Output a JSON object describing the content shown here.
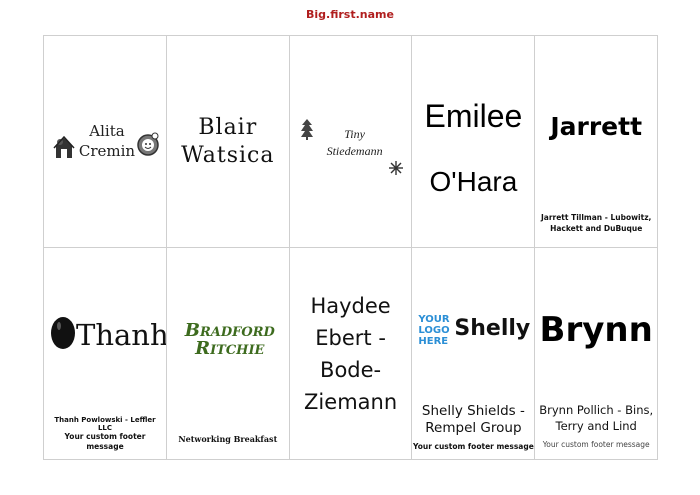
{
  "page": {
    "title": "Big.first.name"
  },
  "cards": [
    {
      "name": "Alita\nCremin",
      "icons": [
        "cat-house-icon",
        "smile-face-icon"
      ]
    },
    {
      "name": "Blair\nWatsica"
    },
    {
      "name": "Tiny\nStiedemann",
      "icons": [
        "pine-tree-icon",
        "snowflake-icon"
      ]
    },
    {
      "first": "Emilee",
      "last": "O'Hara"
    },
    {
      "name": "Jarrett",
      "footer": "Jarrett Tillman - Lubowitz, Hackett and DuBuque"
    },
    {
      "name": "Thanh",
      "footer": "Thanh Powlowski - Leffler LLC",
      "message": "Your custom footer message",
      "icons": [
        "egg-icon"
      ]
    },
    {
      "name": "Bradford\nRitchie",
      "message": "Networking Breakfast",
      "accent": "#3d6b1e"
    },
    {
      "name": "Haydee\nEbert -\nBode-\nZiemann"
    },
    {
      "logo": "YOUR\nLOGO\nHERE",
      "name": "Shelly",
      "footer": "Shelly Shields -\nRempel Group",
      "message": "Your custom footer message",
      "logo_color": "#2b8fd6"
    },
    {
      "name": "Brynn",
      "footer": "Brynn Pollich - Bins,\nTerry and Lind",
      "message": "Your custom footer message"
    }
  ],
  "colors": {
    "title": "#b01e1e",
    "grid": "#cfcfcf"
  }
}
